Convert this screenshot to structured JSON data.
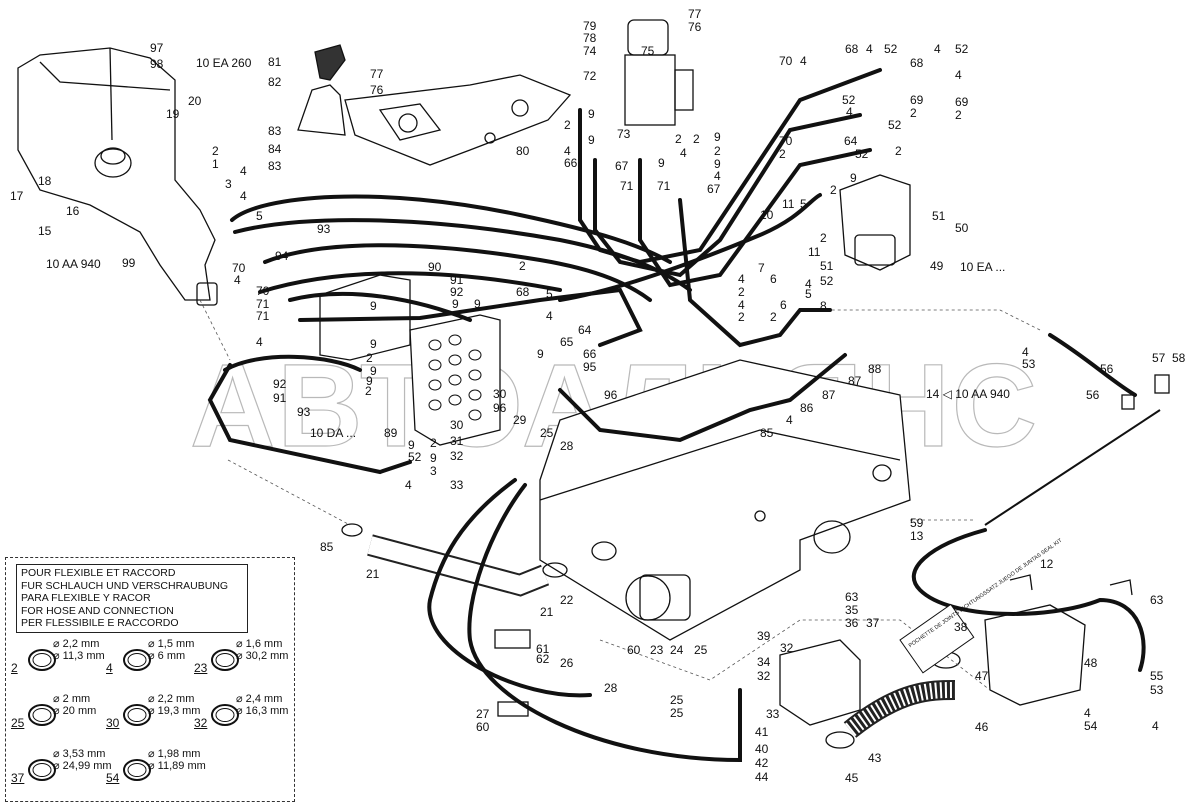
{
  "watermark": "АВТОАЛЬЯНС",
  "legend": {
    "header_lines": [
      "POUR FLEXIBLE ET RACCORD",
      "FUR SCHLAUCH UND VERSCHRAUBUNG",
      "PARA FLEXIBLE Y RACOR",
      "FOR HOSE AND CONNECTION",
      "PER FLESSIBILE E RACCORDO"
    ],
    "seals": [
      {
        "num": "2",
        "d1": "⌀ 2,2 mm",
        "d2": "⌀ 11,3 mm"
      },
      {
        "num": "4",
        "d1": "⌀ 1,5 mm",
        "d2": "⌀ 6 mm"
      },
      {
        "num": "23",
        "d1": "⌀ 1,6 mm",
        "d2": "⌀ 30,2 mm"
      },
      {
        "num": "25",
        "d1": "⌀ 2 mm",
        "d2": "⌀ 20 mm"
      },
      {
        "num": "30",
        "d1": "⌀ 2,2 mm",
        "d2": "⌀ 19,3 mm"
      },
      {
        "num": "32",
        "d1": "⌀ 2,4 mm",
        "d2": "⌀ 16,3 mm"
      },
      {
        "num": "37",
        "d1": "⌀ 3,53 mm",
        "d2": "⌀ 24,99 mm"
      },
      {
        "num": "54",
        "d1": "⌀ 1,98 mm",
        "d2": "⌀ 11,89 mm"
      }
    ]
  },
  "references": [
    {
      "id": "ref-10ea260",
      "text": "10 EA 260"
    },
    {
      "id": "ref-10aa940",
      "text": "10 AA 940"
    },
    {
      "id": "ref-10ea",
      "text": "10 EA ..."
    },
    {
      "id": "ref-14-10aa940",
      "text": "14 ◁ 10 AA 940"
    },
    {
      "id": "ref-10da",
      "text": "10 DA ..."
    }
  ],
  "callouts": [
    {
      "t": "97"
    },
    {
      "t": "98"
    },
    {
      "t": "81"
    },
    {
      "t": "82"
    },
    {
      "t": "20"
    },
    {
      "t": "19"
    },
    {
      "t": "18"
    },
    {
      "t": "17"
    },
    {
      "t": "16"
    },
    {
      "t": "15"
    },
    {
      "t": "2"
    },
    {
      "t": "1"
    },
    {
      "t": "4"
    },
    {
      "t": "3"
    },
    {
      "t": "4"
    },
    {
      "t": "5"
    },
    {
      "t": "99"
    },
    {
      "t": "83"
    },
    {
      "t": "84"
    },
    {
      "t": "83"
    },
    {
      "t": "77"
    },
    {
      "t": "76"
    },
    {
      "t": "80"
    },
    {
      "t": "79"
    },
    {
      "t": "78"
    },
    {
      "t": "74"
    },
    {
      "t": "75"
    },
    {
      "t": "77"
    },
    {
      "t": "76"
    },
    {
      "t": "72"
    },
    {
      "t": "73"
    },
    {
      "t": "9"
    },
    {
      "t": "2"
    },
    {
      "t": "9"
    },
    {
      "t": "4"
    },
    {
      "t": "66"
    },
    {
      "t": "67"
    },
    {
      "t": "2"
    },
    {
      "t": "2"
    },
    {
      "t": "9"
    },
    {
      "t": "9"
    },
    {
      "t": "4"
    },
    {
      "t": "71"
    },
    {
      "t": "71"
    },
    {
      "t": "67"
    },
    {
      "t": "2"
    },
    {
      "t": "9"
    },
    {
      "t": "4"
    },
    {
      "t": "70"
    },
    {
      "t": "4"
    },
    {
      "t": "68"
    },
    {
      "t": "4"
    },
    {
      "t": "52"
    },
    {
      "t": "4"
    },
    {
      "t": "52"
    },
    {
      "t": "68"
    },
    {
      "t": "4"
    },
    {
      "t": "69"
    },
    {
      "t": "2"
    },
    {
      "t": "69"
    },
    {
      "t": "2"
    },
    {
      "t": "52"
    },
    {
      "t": "4"
    },
    {
      "t": "52"
    },
    {
      "t": "64"
    },
    {
      "t": "2"
    },
    {
      "t": "70"
    },
    {
      "t": "2"
    },
    {
      "t": "52"
    },
    {
      "t": "9"
    },
    {
      "t": "2"
    },
    {
      "t": "10"
    },
    {
      "t": "11"
    },
    {
      "t": "5"
    },
    {
      "t": "2"
    },
    {
      "t": "51"
    },
    {
      "t": "50"
    },
    {
      "t": "49"
    },
    {
      "t": "11"
    },
    {
      "t": "51"
    },
    {
      "t": "52"
    },
    {
      "t": "94"
    },
    {
      "t": "93"
    },
    {
      "t": "70"
    },
    {
      "t": "4"
    },
    {
      "t": "70"
    },
    {
      "t": "71"
    },
    {
      "t": "71"
    },
    {
      "t": "4"
    },
    {
      "t": "90"
    },
    {
      "t": "91"
    },
    {
      "t": "92"
    },
    {
      "t": "2"
    },
    {
      "t": "68"
    },
    {
      "t": "9"
    },
    {
      "t": "9"
    },
    {
      "t": "5"
    },
    {
      "t": "4"
    },
    {
      "t": "64"
    },
    {
      "t": "65"
    },
    {
      "t": "66"
    },
    {
      "t": "95"
    },
    {
      "t": "9"
    },
    {
      "t": "9"
    },
    {
      "t": "2"
    },
    {
      "t": "7"
    },
    {
      "t": "4"
    },
    {
      "t": "2"
    },
    {
      "t": "6"
    },
    {
      "t": "4"
    },
    {
      "t": "2"
    },
    {
      "t": "8"
    },
    {
      "t": "5"
    },
    {
      "t": "4"
    },
    {
      "t": "6"
    },
    {
      "t": "2"
    },
    {
      "t": "4"
    },
    {
      "t": "53"
    },
    {
      "t": "57"
    },
    {
      "t": "58"
    },
    {
      "t": "56"
    },
    {
      "t": "56"
    },
    {
      "t": "88"
    },
    {
      "t": "87"
    },
    {
      "t": "87"
    },
    {
      "t": "86"
    },
    {
      "t": "85"
    },
    {
      "t": "4"
    },
    {
      "t": "96"
    },
    {
      "t": "9"
    },
    {
      "t": "92"
    },
    {
      "t": "91"
    },
    {
      "t": "93"
    },
    {
      "t": "89"
    },
    {
      "t": "30"
    },
    {
      "t": "96"
    },
    {
      "t": "29"
    },
    {
      "t": "30"
    },
    {
      "t": "31"
    },
    {
      "t": "32"
    },
    {
      "t": "33"
    },
    {
      "t": "25"
    },
    {
      "t": "28"
    },
    {
      "t": "2"
    },
    {
      "t": "9"
    },
    {
      "t": "4"
    },
    {
      "t": "85"
    },
    {
      "t": "21"
    },
    {
      "t": "22"
    },
    {
      "t": "21"
    },
    {
      "t": "62"
    },
    {
      "t": "61"
    },
    {
      "t": "60"
    },
    {
      "t": "23"
    },
    {
      "t": "24"
    },
    {
      "t": "25"
    },
    {
      "t": "26"
    },
    {
      "t": "28"
    },
    {
      "t": "25"
    },
    {
      "t": "25"
    },
    {
      "t": "27"
    },
    {
      "t": "60"
    },
    {
      "t": "59"
    },
    {
      "t": "13"
    },
    {
      "t": "12"
    },
    {
      "t": "63"
    },
    {
      "t": "63"
    },
    {
      "t": "35"
    },
    {
      "t": "36"
    },
    {
      "t": "37"
    },
    {
      "t": "38"
    },
    {
      "t": "39"
    },
    {
      "t": "32"
    },
    {
      "t": "34"
    },
    {
      "t": "32"
    },
    {
      "t": "33"
    },
    {
      "t": "40"
    },
    {
      "t": "41"
    },
    {
      "t": "42"
    },
    {
      "t": "44"
    },
    {
      "t": "45"
    },
    {
      "t": "43"
    },
    {
      "t": "46"
    },
    {
      "t": "47"
    },
    {
      "t": "48"
    },
    {
      "t": "55"
    },
    {
      "t": "53"
    },
    {
      "t": "4"
    },
    {
      "t": "54"
    },
    {
      "t": "4"
    },
    {
      "t": "52"
    },
    {
      "t": "9"
    },
    {
      "t": "3"
    },
    {
      "t": "2"
    },
    {
      "t": "9"
    },
    {
      "t": "9"
    }
  ],
  "plate_text": "POCHETTE DE JOINTS DICHTUNGSSATZ JUEGO DE JUNTAS SEAL KIT"
}
